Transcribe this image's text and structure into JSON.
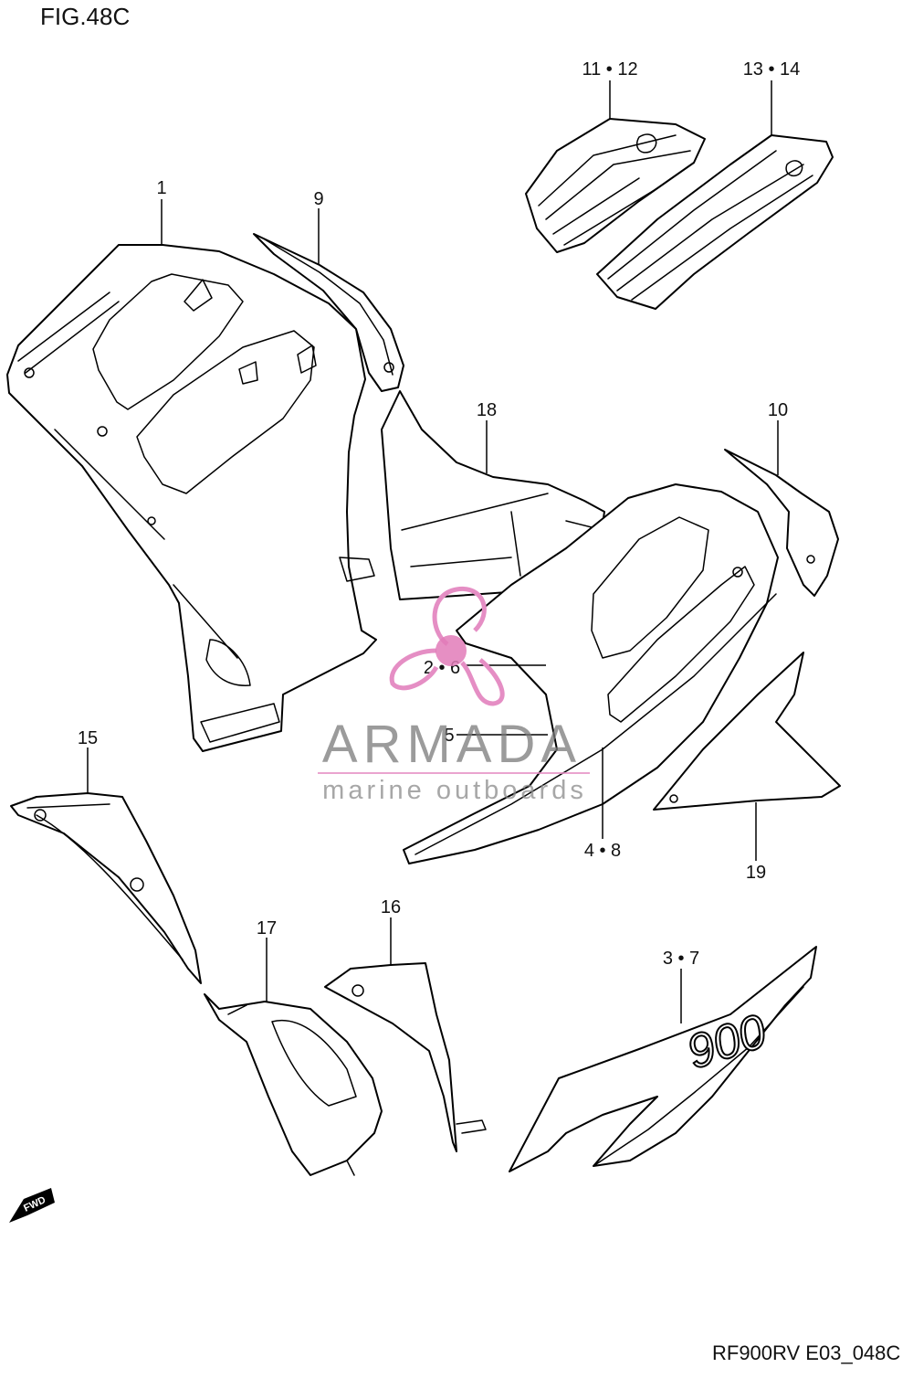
{
  "figure": {
    "title": "FIG.48C",
    "code": "RF900RV E03_048C"
  },
  "callouts": [
    {
      "id": "c1",
      "text": "1"
    },
    {
      "id": "c9",
      "text": "9"
    },
    {
      "id": "c11",
      "text": "11 • 12"
    },
    {
      "id": "c13",
      "text": "13 • 14"
    },
    {
      "id": "c18",
      "text": "18"
    },
    {
      "id": "c10",
      "text": "10"
    },
    {
      "id": "c26",
      "text": "2 • 6"
    },
    {
      "id": "c5",
      "text": "5"
    },
    {
      "id": "c48",
      "text": "4 • 8"
    },
    {
      "id": "c19",
      "text": "19"
    },
    {
      "id": "c15",
      "text": "15"
    },
    {
      "id": "c17",
      "text": "17"
    },
    {
      "id": "c16",
      "text": "16"
    },
    {
      "id": "c37",
      "text": "3 • 7"
    }
  ],
  "decal": {
    "text": "900"
  },
  "watermark": {
    "brand": "ARMADA",
    "tagline": "marine outboards",
    "logo_color": "#e58ec4",
    "hub_color": "#e27bb9"
  },
  "fwd_arrow": {
    "text": "FWD"
  }
}
